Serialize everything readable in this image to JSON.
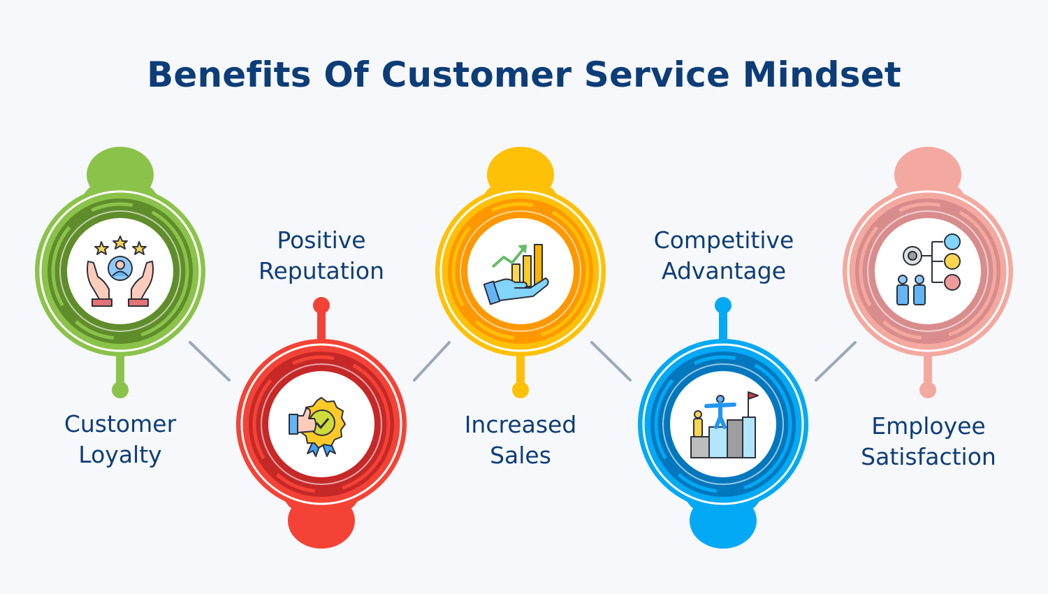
{
  "title": "Benefits Of Customer Service Mindset",
  "items": [
    {
      "line1": "Customer",
      "line2": "Loyalty",
      "color": "#8bc34a",
      "dark": "#5f8d2b",
      "icon": "hands-stars-user-icon"
    },
    {
      "line1": "Positive",
      "line2": "Reputation",
      "color": "#f44336",
      "dark": "#c62828",
      "icon": "thumb-badge-icon"
    },
    {
      "line1": "Increased",
      "line2": "Sales",
      "color": "#ffc107",
      "dark": "#ff9800",
      "icon": "hand-growth-chart-icon"
    },
    {
      "line1": "Competitive",
      "line2": "Advantage",
      "color": "#03a9f4",
      "dark": "#0277bd",
      "icon": "podium-flag-icon"
    },
    {
      "line1": "Employee",
      "line2": "Satisfaction",
      "color": "#f4a9a0",
      "dark": "#d98c8c",
      "icon": "team-feedback-icon"
    }
  ]
}
